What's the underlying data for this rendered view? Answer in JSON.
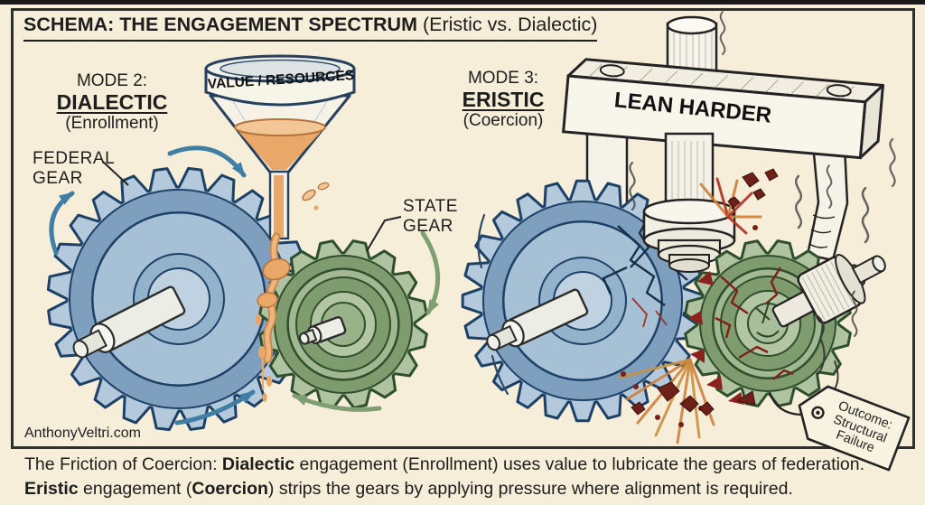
{
  "title": {
    "main": "SCHEMA: THE ENGAGEMENT SPECTRUM",
    "paren": " (Eristic vs. Dialectic)"
  },
  "left_panel": {
    "mode_label": "MODE 2:",
    "mode_name": "DIALECTIC",
    "mode_sub": "(Enrollment)",
    "funnel_label": "VALUE / RESOURCES",
    "federal_gear_label": {
      "line1": "FEDERAL",
      "line2": "GEAR"
    },
    "state_gear_label": {
      "line1": "STATE",
      "line2": "GEAR"
    }
  },
  "right_panel": {
    "mode_label": "MODE 3:",
    "mode_name": "ERISTIC",
    "mode_sub": "(Coercion)",
    "press_label": "LEAN HARDER",
    "outcome_tag": {
      "line1": "Outcome:",
      "line2": "Structural",
      "line3": "Failure"
    }
  },
  "watermark": "AnthonyVeltri.com",
  "caption": {
    "line1_prefix": "The Friction of Coercion: ",
    "line1_bold": "Dialectic",
    "line1_rest": " engagement (Enrollment) uses value to lubricate the gears of federation.",
    "line2_bold1": "Eristic",
    "line2_mid": " engagement (",
    "line2_bold2": "Coercion",
    "line2_rest": ") strips the gears by applying pressure where alignment is required."
  },
  "colors": {
    "background": "#f6eed9",
    "frame": "#2e2e2e",
    "ink": "#1d1d1d",
    "federal_tooth": "#b4cadc",
    "federal_ring": "#7e9fbe",
    "federal_face": "#a6c0d6",
    "federal_outline": "#1d4166",
    "state_tooth": "#afc3a0",
    "state_ring": "#7f9c6f",
    "state_face": "#a2b893",
    "state_outline": "#2f4f2c",
    "liquid": "#e9a768",
    "liquid_light": "#f3c795",
    "liquid_outline": "#b5713a",
    "arrow_blue": "#3f7fa6",
    "arrow_green": "#7f9f72",
    "metal": "#f5f2e7",
    "metal_outline": "#232323",
    "damage_red": "#8a231d",
    "spark_orange": "#d0803d"
  }
}
